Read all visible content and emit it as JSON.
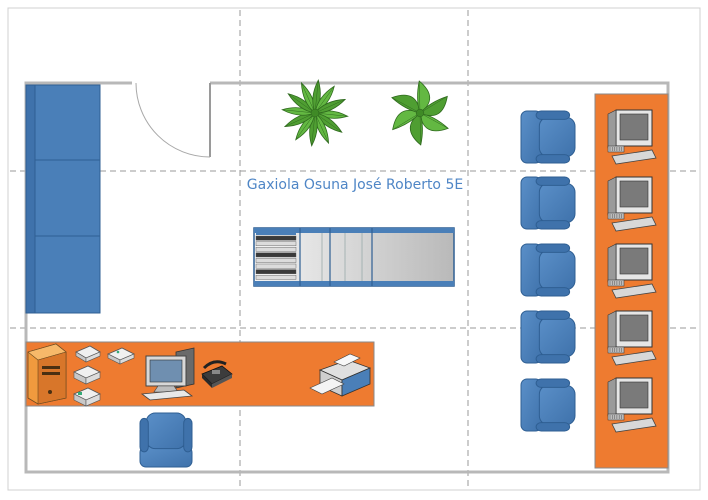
{
  "diagram": {
    "title": "Gaxiola Osuna José Roberto 5E",
    "colors": {
      "wall": "#b8b8b8",
      "grid": "#9a9a9a",
      "chair": "#4a7fb8",
      "chair_edge": "#2f5f93",
      "sofa": "#4a7fb8",
      "desk": "#ee7b30",
      "desk_edge": "#8a8a8a",
      "plant": "#5ab03a",
      "title": "#4f86c6"
    },
    "elements": {
      "sofa": "sofa",
      "door": "door",
      "plants": [
        "plant",
        "plant"
      ],
      "server_rack": "server-rack",
      "front_desk": "front-desk",
      "pc_desk": "pc-desk",
      "chairs_count": 6,
      "workstations_count": 5
    }
  }
}
